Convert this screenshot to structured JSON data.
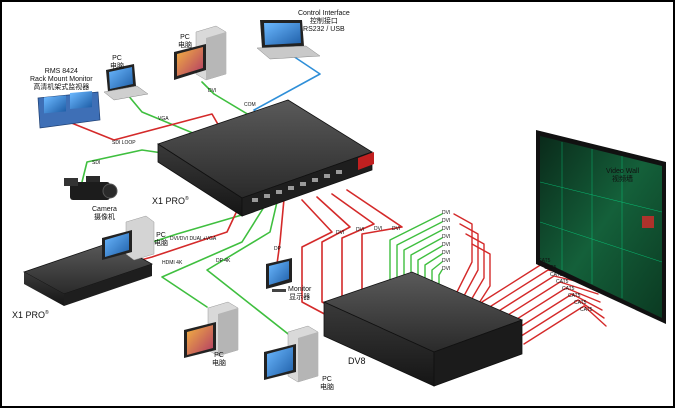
{
  "devices": {
    "control_interface": {
      "title": "Control Interface",
      "subtitle_cn": "控制接口",
      "ports": "RS232 / USB"
    },
    "pc_top": {
      "title": "PC",
      "subtitle_cn": "电脑"
    },
    "pc_laptop": {
      "title": "PC",
      "subtitle_cn": "电脑"
    },
    "rack_monitor": {
      "line1": "RMS 8424",
      "line2": "Rack Mount Monitor",
      "line3_cn": "高清机架式监视器"
    },
    "camera": {
      "title": "Camera",
      "subtitle_cn": "摄像机"
    },
    "x1pro_main": {
      "name": "X1 PRO",
      "mark": "®"
    },
    "x1pro_second": {
      "name": "X1 PRO",
      "mark": "®"
    },
    "pc_mid": {
      "title": "PC",
      "subtitle_cn": "电脑"
    },
    "monitor": {
      "title": "Monitor",
      "subtitle_cn": "显示器"
    },
    "pc_bottom_left": {
      "title": "PC",
      "subtitle_cn": "电脑"
    },
    "pc_bottom_right": {
      "title": "PC",
      "subtitle_cn": "电脑"
    },
    "dv8": {
      "name": "DV8"
    },
    "video_wall": {
      "title": "Video Wall",
      "subtitle_cn": "视频墙"
    }
  },
  "connections": {
    "vga": "VGA",
    "dvi_top": "DVI",
    "com": "COM",
    "sdi_loop": "SDI LOOP",
    "sdi": "SDI",
    "dvi_dual_vga": "DVI/DVI DUAL+VGA",
    "hdmi_4k": "HDMI 4K",
    "dp_4k": "DP 4K",
    "dp": "DP",
    "dvi_out": [
      "DVI",
      "DVI",
      "DVI",
      "DVI"
    ],
    "dvi_dv8": [
      "DVI",
      "DVI",
      "DVI",
      "DVI",
      "DVI",
      "DVI",
      "DVI",
      "DVI"
    ],
    "cat5": [
      "CAT5",
      "CAT5",
      "CAT5",
      "CAT5",
      "CAT5",
      "CAT5",
      "CAT5",
      "CAT5"
    ]
  },
  "colors": {
    "red_cable": "#d42a2a",
    "green_cable": "#3fbf3f",
    "blue_cable": "#2f8fd8",
    "device_dark": "#2b2b2b",
    "screen_blue": "#4aa0e8"
  }
}
